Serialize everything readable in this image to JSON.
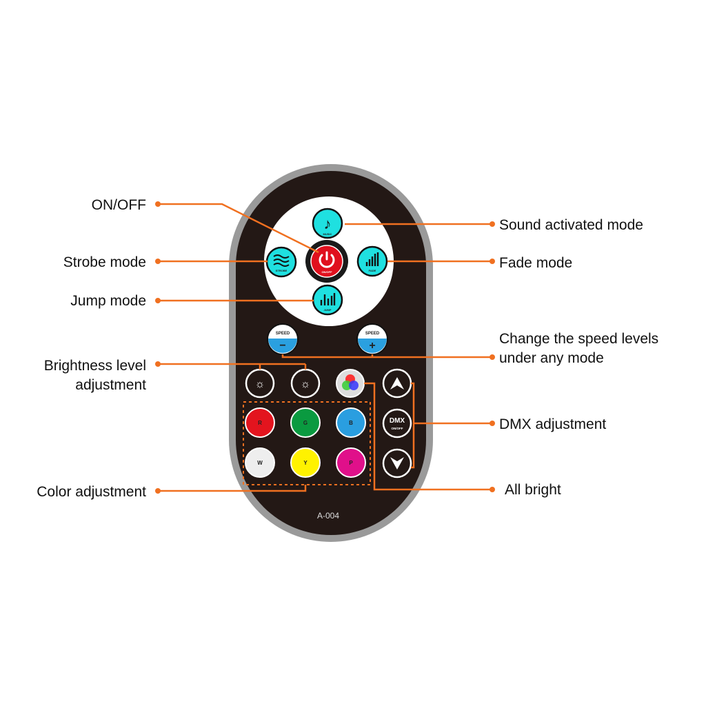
{
  "colors": {
    "accent": "#f07020",
    "body": "#231815",
    "rim": "#9a9a9a",
    "mode_button": "#1fe0e0",
    "power": "#e0101e",
    "speed": "#2aa0e0"
  },
  "remote": {
    "model": "A-004",
    "buttons": {
      "music": {
        "label": "MUSIC",
        "icon": "music-note-icon"
      },
      "power": {
        "label": "ON/OFF",
        "icon": "power-icon"
      },
      "strobe": {
        "label": "STROBE",
        "icon": "waves-icon"
      },
      "fade": {
        "label": "FADE",
        "icon": "bars-icon"
      },
      "jump": {
        "label": "JUMP",
        "icon": "bars-icon"
      },
      "speed_minus": {
        "label": "SPEED",
        "sign": "−"
      },
      "speed_plus": {
        "label": "SPEED",
        "sign": "+"
      },
      "dmx": {
        "label": "DMX",
        "sub": "ON/OFF"
      },
      "colors": [
        {
          "label": "R",
          "color": "#e3141e"
        },
        {
          "label": "G",
          "color": "#0a9a40"
        },
        {
          "label": "B",
          "color": "#2a9ee0"
        },
        {
          "label": "W",
          "color": "#eeeeee"
        },
        {
          "label": "Y",
          "color": "#fff200"
        },
        {
          "label": "P",
          "color": "#e0108a"
        }
      ]
    }
  },
  "callouts": {
    "on_off": "ON/OFF",
    "strobe": "Strobe mode",
    "jump": "Jump mode",
    "brightness_1": "Brightness level",
    "brightness_2": "adjustment",
    "color": "Color adjustment",
    "sound": "Sound activated mode",
    "fade": "Fade mode",
    "speed_1": "Change the speed levels",
    "speed_2": "under any mode",
    "dmx": "DMX adjustment",
    "all_bright": "All bright"
  }
}
